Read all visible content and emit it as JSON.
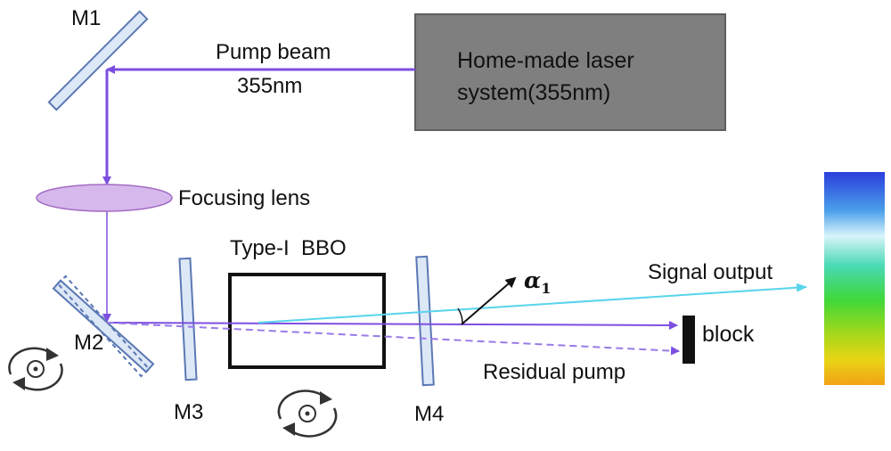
{
  "labels": {
    "m1": "M1",
    "m2": "M2",
    "m3": "M3",
    "m4": "M4",
    "pump_beam": "Pump beam",
    "pump_wavelength": "355nm",
    "laser_line1": "Home-made laser",
    "laser_line2": "system(355nm)",
    "focusing_lens": "Focusing lens",
    "crystal": "Type-I  BBO",
    "signal_output": "Signal output",
    "block": "block",
    "residual_pump": "Residual pump",
    "angle_symbol": "α",
    "angle_subscript": "1"
  },
  "colors": {
    "pump_beam": "#7d4fe0",
    "signal_beam": "#58d4ec",
    "mirror_fill": "#dde8f7",
    "mirror_stroke": "#5b78b4",
    "lens_fill": "#d6b8ec",
    "lens_stroke": "#a36cc4",
    "laser_box_fill": "#7f7f7f",
    "laser_box_stroke": "#5e5e5e",
    "crystal_stroke": "#111111",
    "block_fill": "#111111"
  },
  "icons": {
    "m2_rotation": "rotate-clockwise-icon",
    "crystal_rotation": "rotate-clockwise-icon"
  },
  "spectrum_gradient": [
    "#2a3edc",
    "#4a9fea",
    "#d8f4fb",
    "#49d9b4",
    "#3fd83a",
    "#a6d81a",
    "#e8d516",
    "#f3a216"
  ]
}
